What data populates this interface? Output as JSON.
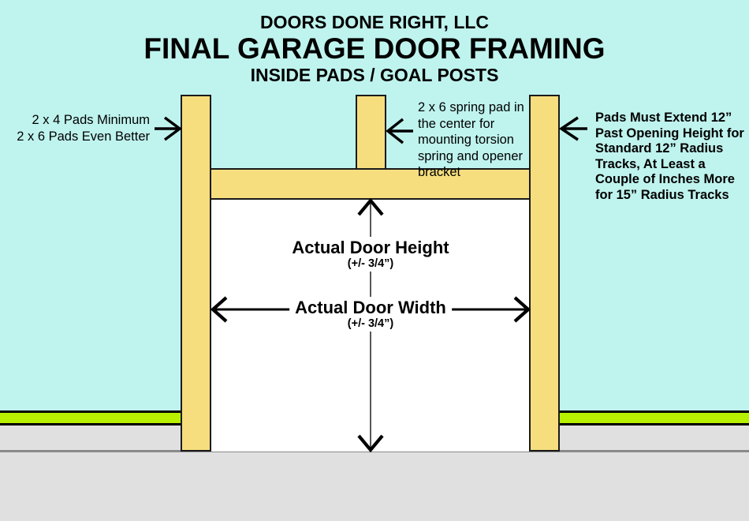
{
  "title": {
    "company": "DOORS DONE RIGHT, LLC",
    "main": "FINAL GARAGE DOOR FRAMING",
    "subtitle": "INSIDE PADS / GOAL POSTS"
  },
  "annotations": {
    "left_pads": "2 x 4 Pads Minimum\n2 x 6 Pads Even Better",
    "center_spring_pad": "2 x 6 spring pad in\nthe center for\nmounting torsion\nspring and opener\nbracket",
    "right_pads": "Pads Must Extend 12”\nPast Opening Height for\nStandard 12” Radius\nTracks, At Least a\nCouple of Inches More\nfor 15” Radius Tracks"
  },
  "dimensions": {
    "height_label": "Actual Door Height",
    "height_tolerance": "(+/- 3/4”)",
    "width_label": "Actual Door Width",
    "width_tolerance": "(+/- 3/4”)"
  },
  "diagram_parts": {
    "left_post": "2x4/2x6 side pad (goal post)",
    "right_post": "2x4/2x6 side pad (goal post)",
    "center_pad": "2x6 center spring pad",
    "header_beam": "header above door opening",
    "door_opening": "garage door opening",
    "green_strip": "wall base strip",
    "floor": "garage floor"
  },
  "colors": {
    "background_cyan": "#BFF3EE",
    "lumber_yellow": "#F6DE7E",
    "strip_green": "#B7F000",
    "floor_gray": "#E0E0E0",
    "floor_line_gray": "#8A8A8A",
    "outline_black": "#1A1A1A",
    "text_black": "#000000",
    "door_white": "#FFFFFF"
  }
}
